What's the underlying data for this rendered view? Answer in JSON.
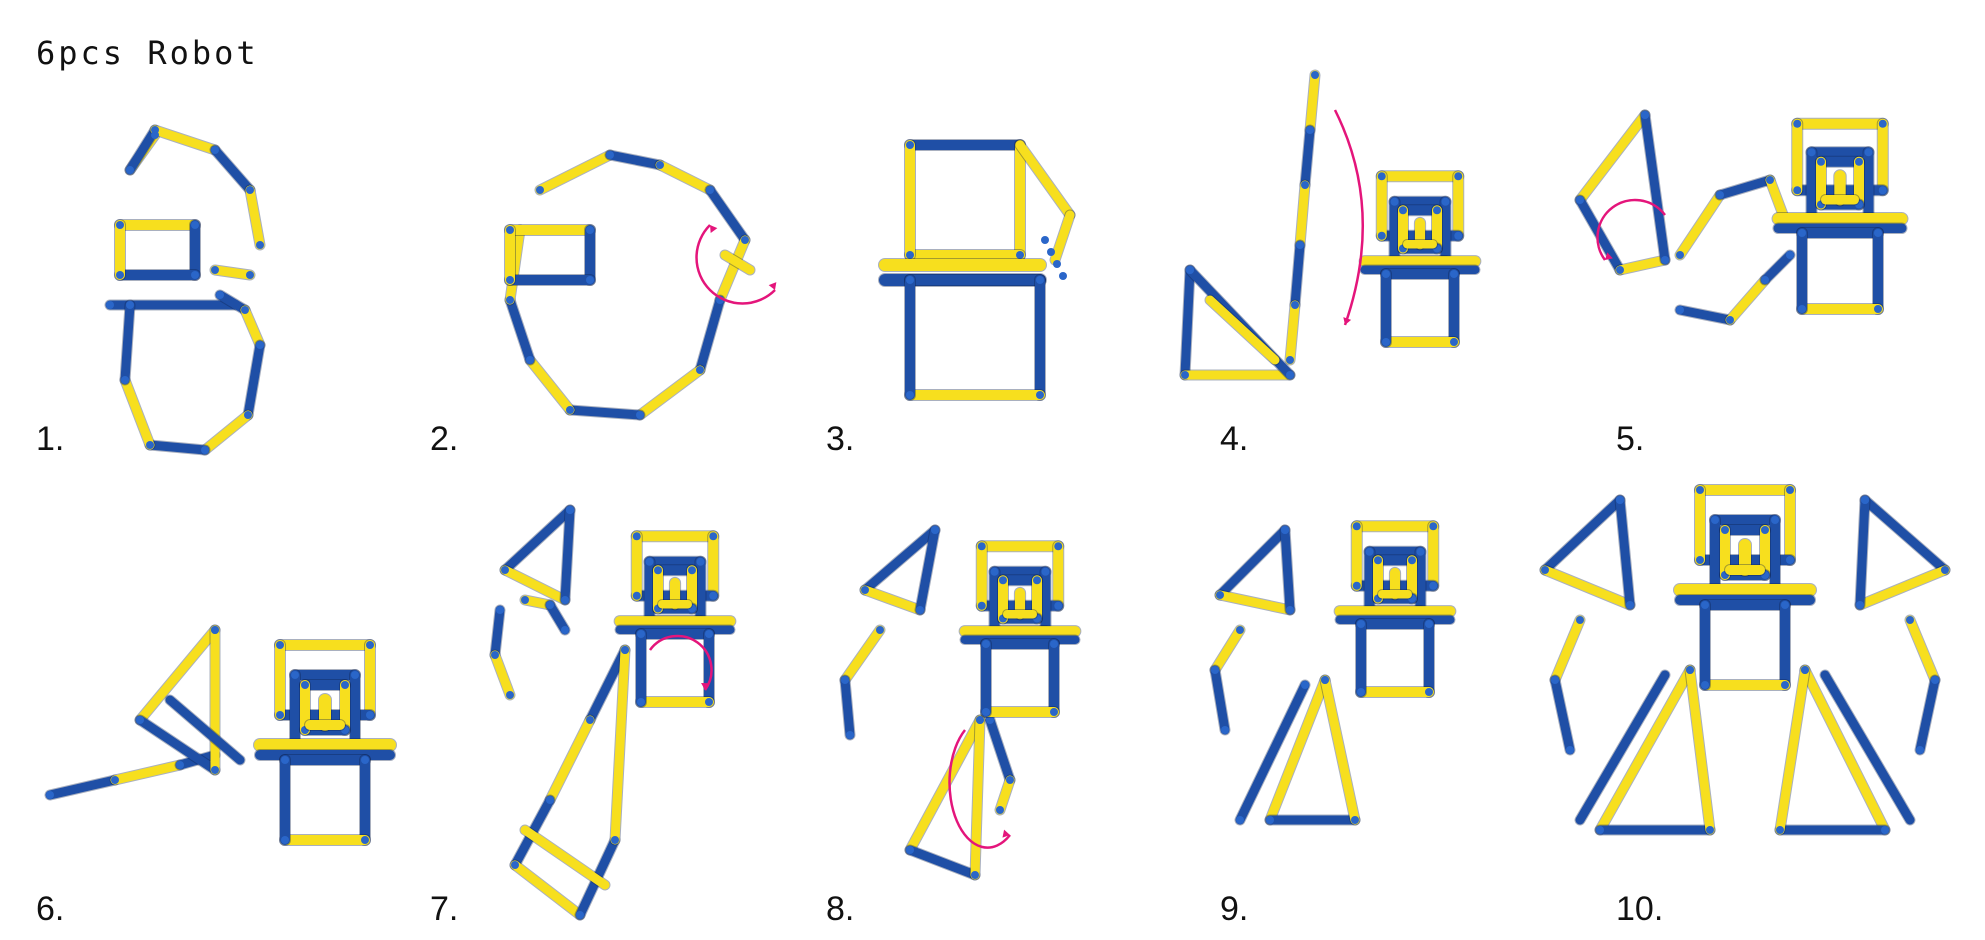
{
  "title": "6pcs Robot",
  "steps": [
    {
      "label": "1."
    },
    {
      "label": "2."
    },
    {
      "label": "3."
    },
    {
      "label": "4."
    },
    {
      "label": "5."
    },
    {
      "label": "6."
    },
    {
      "label": "7."
    },
    {
      "label": "8."
    },
    {
      "label": "9."
    },
    {
      "label": "10."
    }
  ],
  "colors": {
    "yellow": "#F7DF1E",
    "blue": "#1F4FA6",
    "arrow": "#E4157B",
    "joint_dot": "#2A66C9"
  }
}
